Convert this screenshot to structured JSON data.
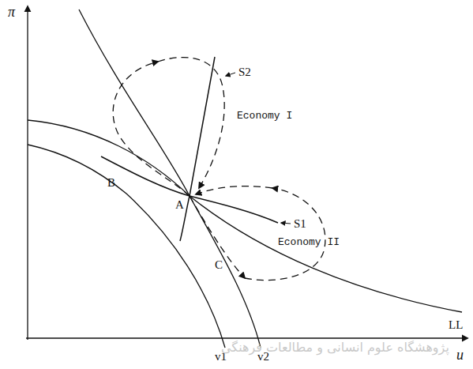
{
  "diagram": {
    "labels": [
      "π",
      "u",
      "S2",
      "S1",
      "Economy I",
      "Economy II",
      "A",
      "B",
      "C",
      "LL",
      "v1",
      "v2",
      "پژوهشگاه علوم انسانی و مطالعات فرهنگی"
    ]
  }
}
